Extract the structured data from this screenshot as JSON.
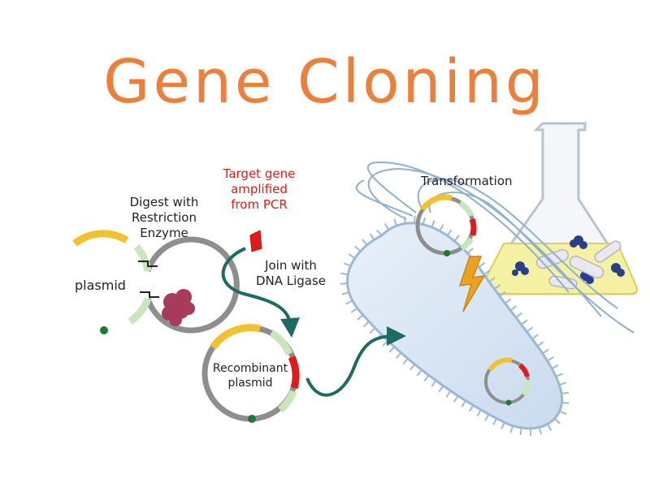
{
  "title": "Gene Cloning",
  "labels": {
    "digest": [
      "Digest with",
      "Restriction",
      "Enzyme"
    ],
    "plasmid": "plasmid",
    "target": [
      "Target gene",
      "amplified",
      "from PCR"
    ],
    "join": [
      "Join with",
      "DNA Ligase"
    ],
    "recombinant": [
      "Recombinant",
      "plasmid"
    ],
    "transformation": "Transformation"
  },
  "colors": {
    "title": "#ee7f3a",
    "target_gene": "#e21a1a",
    "arrow": "#1d6b63",
    "plasmid_ring": "#8e8e8e",
    "plasmid_yellow": "#f2c12e",
    "plasmid_green": "#c7e6b9",
    "bacterium": "#d6e4f2",
    "enzyme": "#a83b5a",
    "flask_liquid": "#f5f1a2",
    "lightning": "#e9a320"
  }
}
